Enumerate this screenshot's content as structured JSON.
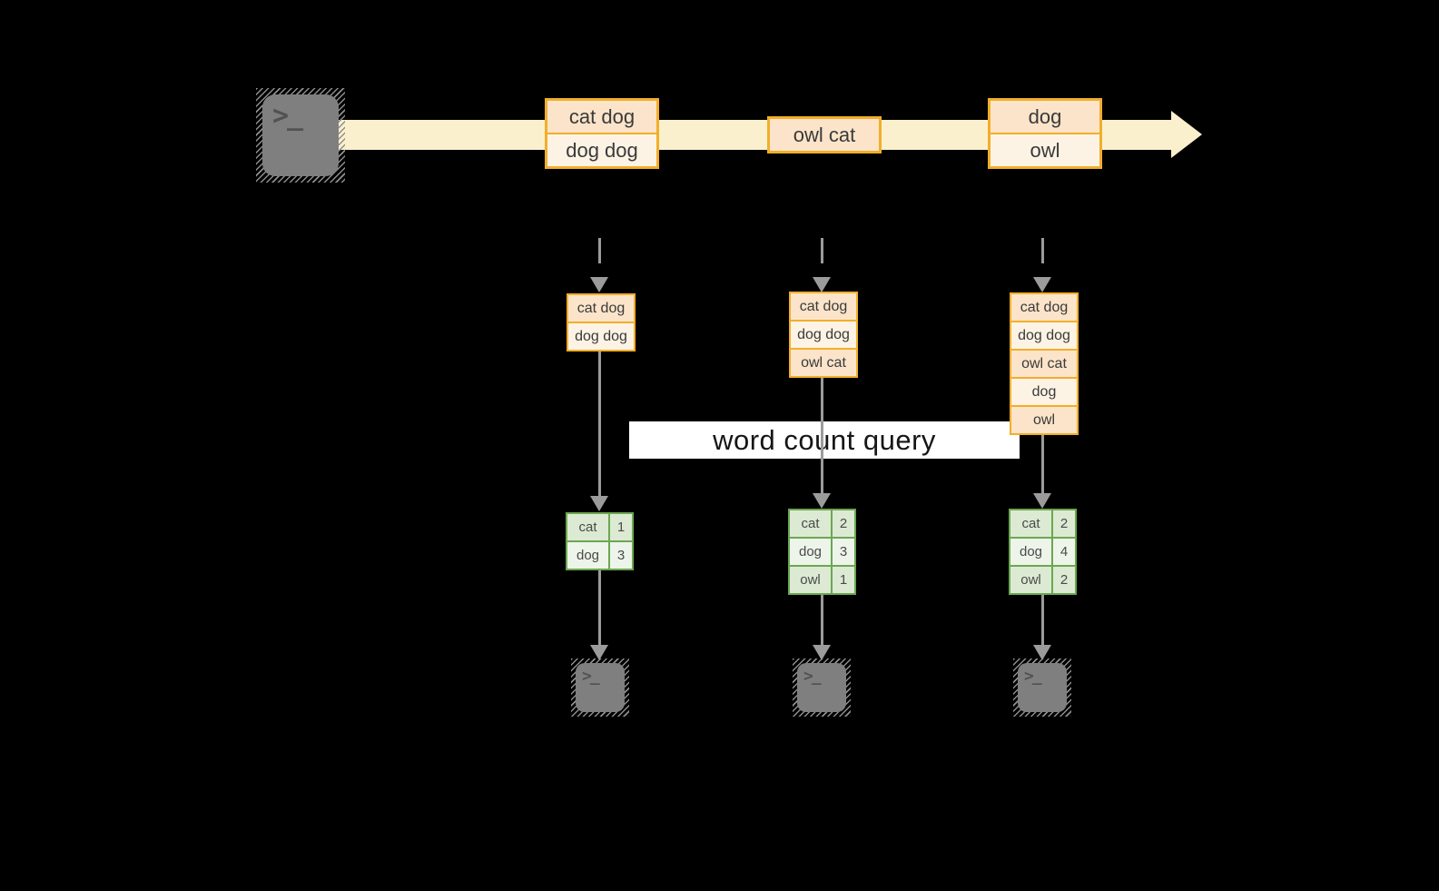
{
  "colors": {
    "background": "#000000",
    "accent_orange": "#F2AE2A",
    "box_fill_dark": "#FBE4C9",
    "box_fill_light": "#FDF3E4",
    "stream_fill": "#FAF0CE",
    "green_border": "#6BA751",
    "green_fill_dark": "#DCEAD3",
    "green_fill_light": "#EDF4E9",
    "arrow_gray": "#9B9B9B",
    "terminal_gray": "#7F7F7F",
    "terminal_glyph": "#525252",
    "hatch_gray": "#8E8E8E",
    "text_dark": "#3A3A3A",
    "label_bg": "#FFFFFF",
    "label_text": "#161616"
  },
  "icons": {
    "prompt_glyph": ">_"
  },
  "query_label": "word count query",
  "stream": {
    "batches": [
      {
        "lines": [
          "cat dog",
          "dog dog"
        ]
      },
      {
        "lines": [
          "owl cat"
        ]
      },
      {
        "lines": [
          "dog",
          "owl"
        ]
      }
    ]
  },
  "columns": [
    {
      "input": [
        "cat dog",
        "dog dog"
      ],
      "counts": [
        {
          "word": "cat",
          "count": "1"
        },
        {
          "word": "dog",
          "count": "3"
        }
      ]
    },
    {
      "input": [
        "cat dog",
        "dog dog",
        "owl cat"
      ],
      "counts": [
        {
          "word": "cat",
          "count": "2"
        },
        {
          "word": "dog",
          "count": "3"
        },
        {
          "word": "owl",
          "count": "1"
        }
      ]
    },
    {
      "input": [
        "cat dog",
        "dog dog",
        "owl cat",
        "dog",
        "owl"
      ],
      "counts": [
        {
          "word": "cat",
          "count": "2"
        },
        {
          "word": "dog",
          "count": "4"
        },
        {
          "word": "owl",
          "count": "2"
        }
      ]
    }
  ]
}
